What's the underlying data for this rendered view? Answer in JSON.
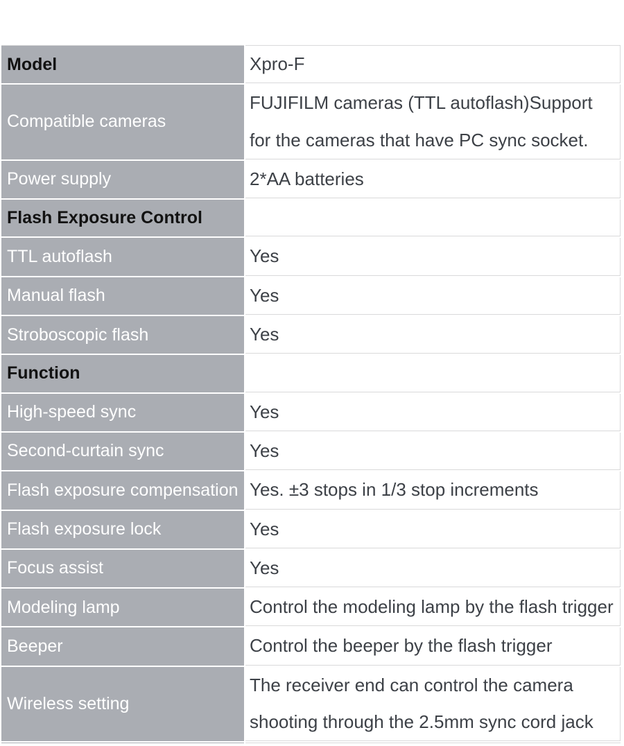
{
  "table": {
    "colors": {
      "label_bg": "#aaadb3",
      "label_text": "#ffffff",
      "section_header_text": "#121212",
      "value_text": "#3d4147",
      "row_border": "#d9d9da",
      "page_background": "#ffffff"
    },
    "rows": [
      {
        "label": "Model",
        "value": "Xpro-F",
        "section_header": true
      },
      {
        "label": "Compatible cameras",
        "value": "FUJIFILM cameras (TTL autoflash)Support for the cameras that have PC sync socket.",
        "section_header": false
      },
      {
        "label": "Power supply",
        "value": "2*AA batteries",
        "section_header": false
      },
      {
        "label": "Flash Exposure Control",
        "value": "",
        "section_header": true
      },
      {
        "label": "TTL autoflash",
        "value": "Yes",
        "section_header": false
      },
      {
        "label": "Manual flash",
        "value": "Yes",
        "section_header": false
      },
      {
        "label": "Stroboscopic flash",
        "value": "Yes",
        "section_header": false
      },
      {
        "label": "Function",
        "value": "",
        "section_header": true
      },
      {
        "label": "High-speed sync",
        "value": "Yes",
        "section_header": false
      },
      {
        "label": "Second-curtain sync",
        "value": "Yes",
        "section_header": false
      },
      {
        "label": "Flash exposure compensation",
        "value": "Yes. ±3 stops in 1/3 stop increments",
        "section_header": false
      },
      {
        "label": "Flash exposure lock",
        "value": "Yes",
        "section_header": false
      },
      {
        "label": "Focus assist",
        "value": "Yes",
        "section_header": false
      },
      {
        "label": "Modeling lamp",
        "value": "Control the modeling lamp by the flash trigger",
        "section_header": false
      },
      {
        "label": "Beeper",
        "value": "Control the beeper by the flash trigger",
        "section_header": false
      },
      {
        "label": "Wireless setting",
        "value": "The receiver end can control the camera shooting through the 2.5mm sync cord jack",
        "section_header": false
      },
      {
        "label": "",
        "value": "",
        "section_header": false
      }
    ]
  }
}
